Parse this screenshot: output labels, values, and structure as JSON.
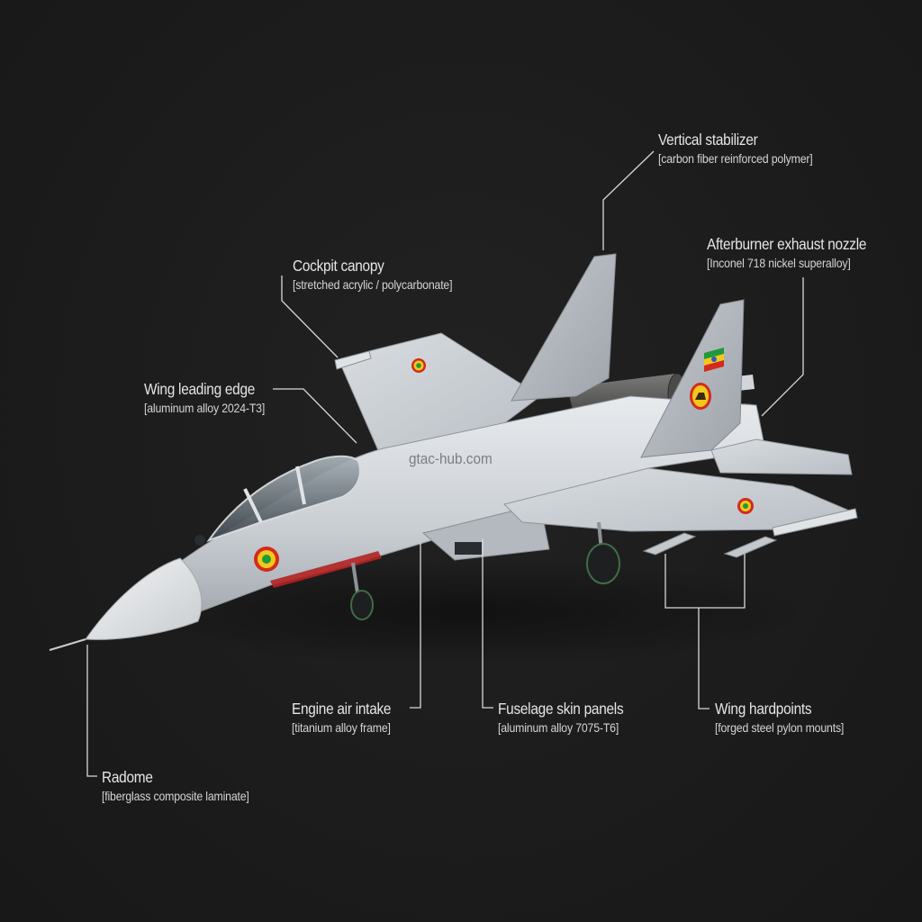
{
  "diagram": {
    "subject": "fighter jet materials callout",
    "background_color": "#1c1c1c",
    "line_color": "#d9d9d9",
    "text_color": "#e6e6e6",
    "watermark": "gtac-hub.com"
  },
  "callouts": [
    {
      "id": "vertical-stabilizer",
      "name": "Vertical stabilizer",
      "material": "[carbon fiber reinforced polymer]"
    },
    {
      "id": "afterburner-nozzle",
      "name": "Afterburner exhaust nozzle",
      "material": "[Inconel 718 nickel superalloy]"
    },
    {
      "id": "cockpit-canopy",
      "name": "Cockpit canopy",
      "material": "[stretched acrylic / polycarbonate]"
    },
    {
      "id": "wing-leading-edge",
      "name": "Wing leading edge",
      "material": "[aluminum alloy 2024-T3]"
    },
    {
      "id": "engine-air-intake",
      "name": "Engine air intake",
      "material": "[titanium alloy frame]"
    },
    {
      "id": "fuselage-skin",
      "name": "Fuselage skin panels",
      "material": "[aluminum alloy 7075-T6]"
    },
    {
      "id": "wing-hardpoints",
      "name": "Wing hardpoints",
      "material": "[forged steel pylon mounts]"
    },
    {
      "id": "radome",
      "name": "Radome",
      "material": "[fiberglass composite laminate]"
    }
  ],
  "markings": {
    "roundel_colors": [
      "#d42a1e",
      "#f2c81a",
      "#1f9a3a"
    ],
    "fin_flag_colors": [
      "#1f9a3a",
      "#f2c81a",
      "#d42a1e"
    ],
    "fin_flag_emblem_color": "#2b5cc7"
  }
}
